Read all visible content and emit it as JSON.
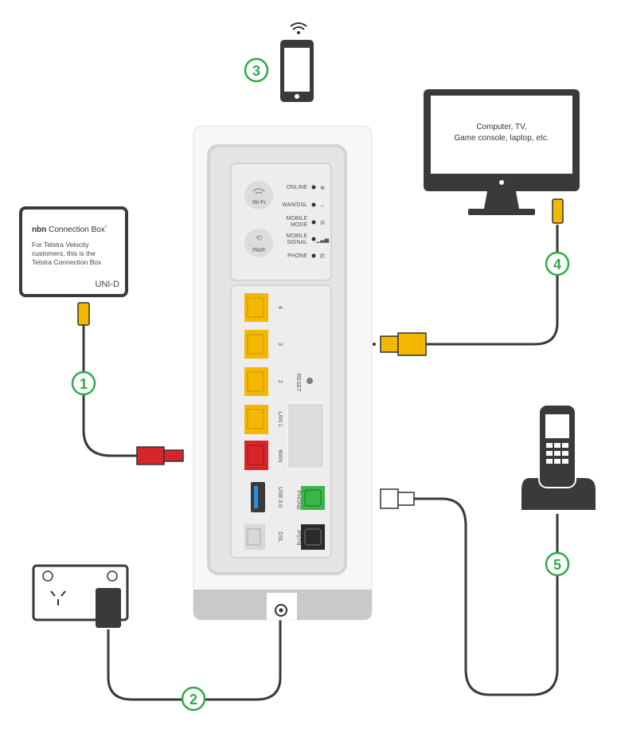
{
  "steps": [
    "1",
    "2",
    "3",
    "4",
    "5"
  ],
  "nbn_box": {
    "title_bold": "nbn",
    "title_rest": " Connection Box",
    "title_mark": "*",
    "line1": "For Telstra Velocity",
    "line2": "customers, this is the",
    "line3": "Telstra Connection Box",
    "port": "UNI-D"
  },
  "monitor": {
    "line1": "Computer, TV,",
    "line2": "Game console, laptop, etc."
  },
  "router": {
    "wifi_button": "Wi-Fi",
    "pair_button": "PAIR",
    "leds": [
      "ONLINE",
      "WAN/DSL",
      "MOBILE",
      "MODE",
      "MOBILE",
      "SIGNAL",
      "PHONE"
    ],
    "ports": {
      "lan4": "4",
      "lan3": "3",
      "lan2": "2",
      "lan1": "LAN 1",
      "wan": "WAN",
      "usb": "USB 3.0",
      "dsl": "DSL",
      "phone": "PHONE",
      "pstn": "PSTN",
      "reset": "RESET"
    }
  },
  "colors": {
    "accent": "#2eaa4a",
    "lan": "#f5b800",
    "wan": "#d7262b",
    "phone": "#3bb54a",
    "usb": "#2a8fdc"
  }
}
